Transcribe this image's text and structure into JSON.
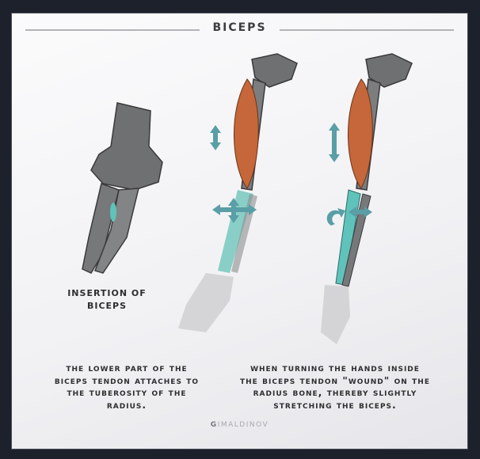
{
  "title": "BICEPS",
  "insertion_label": [
    "INSERTION OF",
    "BICEPS"
  ],
  "caption_left": [
    "The lower part of the",
    "biceps tendon attaches to",
    "the tuberosity of the",
    "radius."
  ],
  "caption_right": [
    "When turning the hands inside",
    "the biceps tendon \"wound\" on the",
    "radius bone, thereby slightly",
    "stretching the biceps."
  ],
  "watermark": {
    "first": "G",
    "rest": "IMALDINOV"
  },
  "colors": {
    "muscle": "#c5673a",
    "tendon": "#5fc3bb",
    "arrow": "#5a9ea6",
    "bone": "#77787a",
    "background": "#1d212b"
  }
}
